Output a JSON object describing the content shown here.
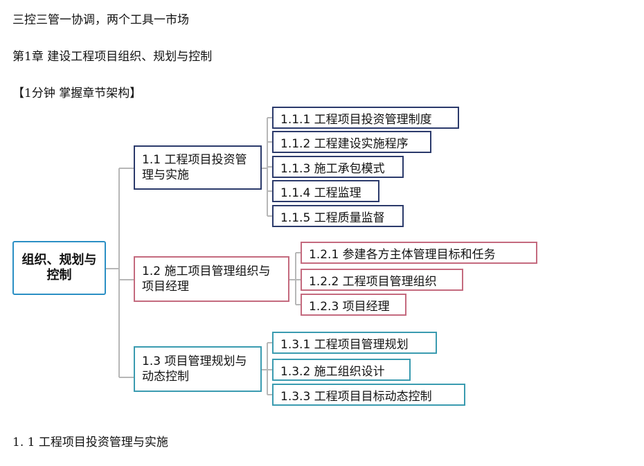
{
  "doc": {
    "title_line": "三控三管一协调，两个工具一市场",
    "chapter_title": "第1章  建设工程项目组织、规划与控制",
    "tip": "【1分钟  掌握章节架构】",
    "section_heading": "1. 1  工程项目投资管理与实施"
  },
  "mindmap": {
    "root": "组织、规划与控制",
    "branches": [
      {
        "label": "1.1 工程项目投资管理与实施",
        "color": "#2b3a6b",
        "children": [
          "1.1.1 工程项目投资管理制度",
          "1.1.2 工程建设实施程序",
          "1.1.3 施工承包模式",
          "1.1.4 工程监理",
          "1.1.5 工程质量监督"
        ]
      },
      {
        "label": "1.2 施工项目管理组织与项目经理",
        "color": "#c46a7e",
        "children": [
          "1.2.1 参建各方主体管理目标和任务",
          "1.2.2 工程项目管理组织",
          "1.2.3 项目经理"
        ]
      },
      {
        "label": "1.3 项目管理规划与动态控制",
        "color": "#3a9bb0",
        "children": [
          "1.3.1 工程项目管理规划",
          "1.3.2 施工组织设计",
          "1.3.3 工程项目目标动态控制"
        ]
      }
    ]
  }
}
